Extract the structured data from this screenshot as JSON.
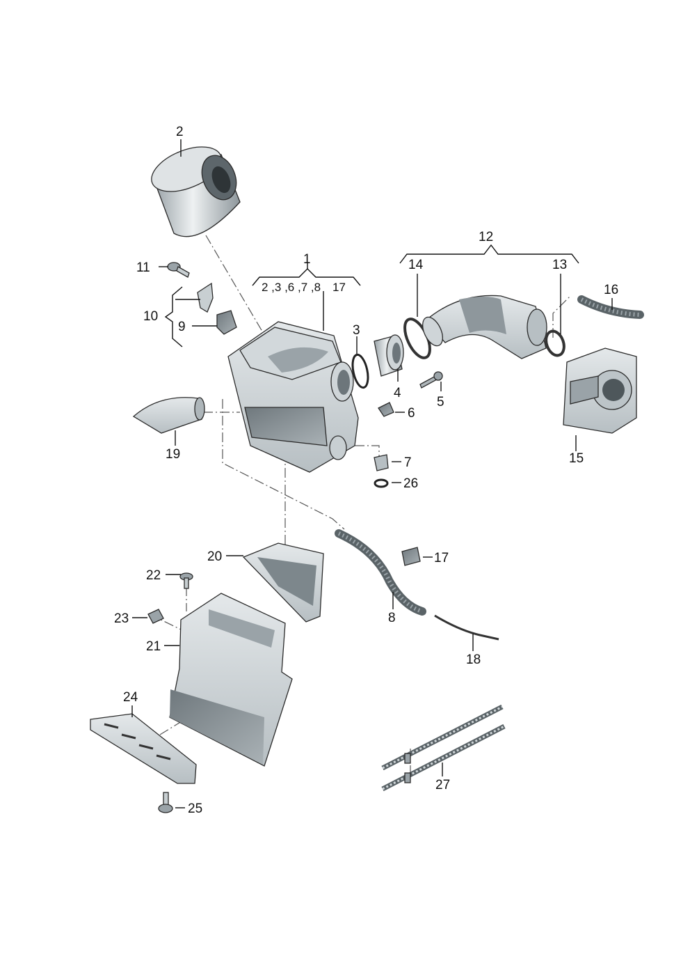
{
  "callouts": {
    "c1": "1",
    "c1_group": "2 ,3 ,6 ,7 ,8",
    "c1_17": "17",
    "c2": "2",
    "c3": "3",
    "c4": "4",
    "c5": "5",
    "c6": "6",
    "c7": "7",
    "c8": "8",
    "c9": "9",
    "c10": "10",
    "c11": "11",
    "c12": "12",
    "c13": "13",
    "c14": "14",
    "c15": "15",
    "c16": "16",
    "c17": "17",
    "c18": "18",
    "c19": "19",
    "c20": "20",
    "c21": "21",
    "c22": "22",
    "c23": "23",
    "c24": "24",
    "c25": "25",
    "c26": "26",
    "c27": "27"
  },
  "colors": {
    "part_light": "#e6eaec",
    "part_mid": "#bcc4c8",
    "part_dark": "#7d878c",
    "ink": "#111111"
  }
}
